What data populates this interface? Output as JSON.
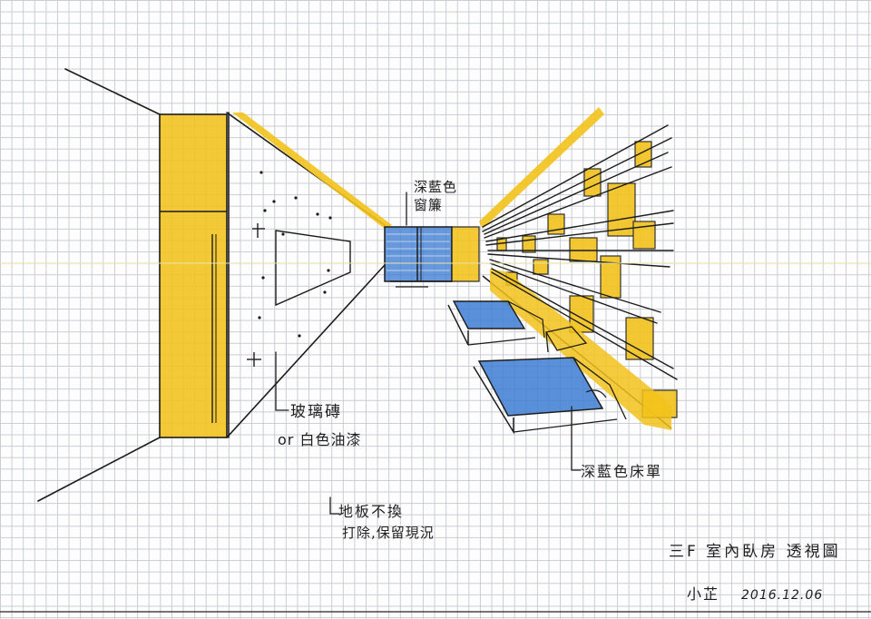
{
  "colors": {
    "paper": "#fdfdfd",
    "grid": "#c9ccd1",
    "ink": "#1f1f1f",
    "yellow": "#f2c21b",
    "blue": "#3d7cd2"
  },
  "annotations": {
    "glass_brick": "玻璃磚",
    "white_paint": "or 白色油漆",
    "curtain_line1": "深藍色",
    "curtain_line2": "窗簾",
    "floor_line1": "地板不換",
    "floor_line2": "打除,保留現況",
    "bedsheet": "深藍色床單"
  },
  "title_block": {
    "title": "三F 室內臥房 透視圖",
    "author": "小芷",
    "date": "2016.12.06"
  }
}
